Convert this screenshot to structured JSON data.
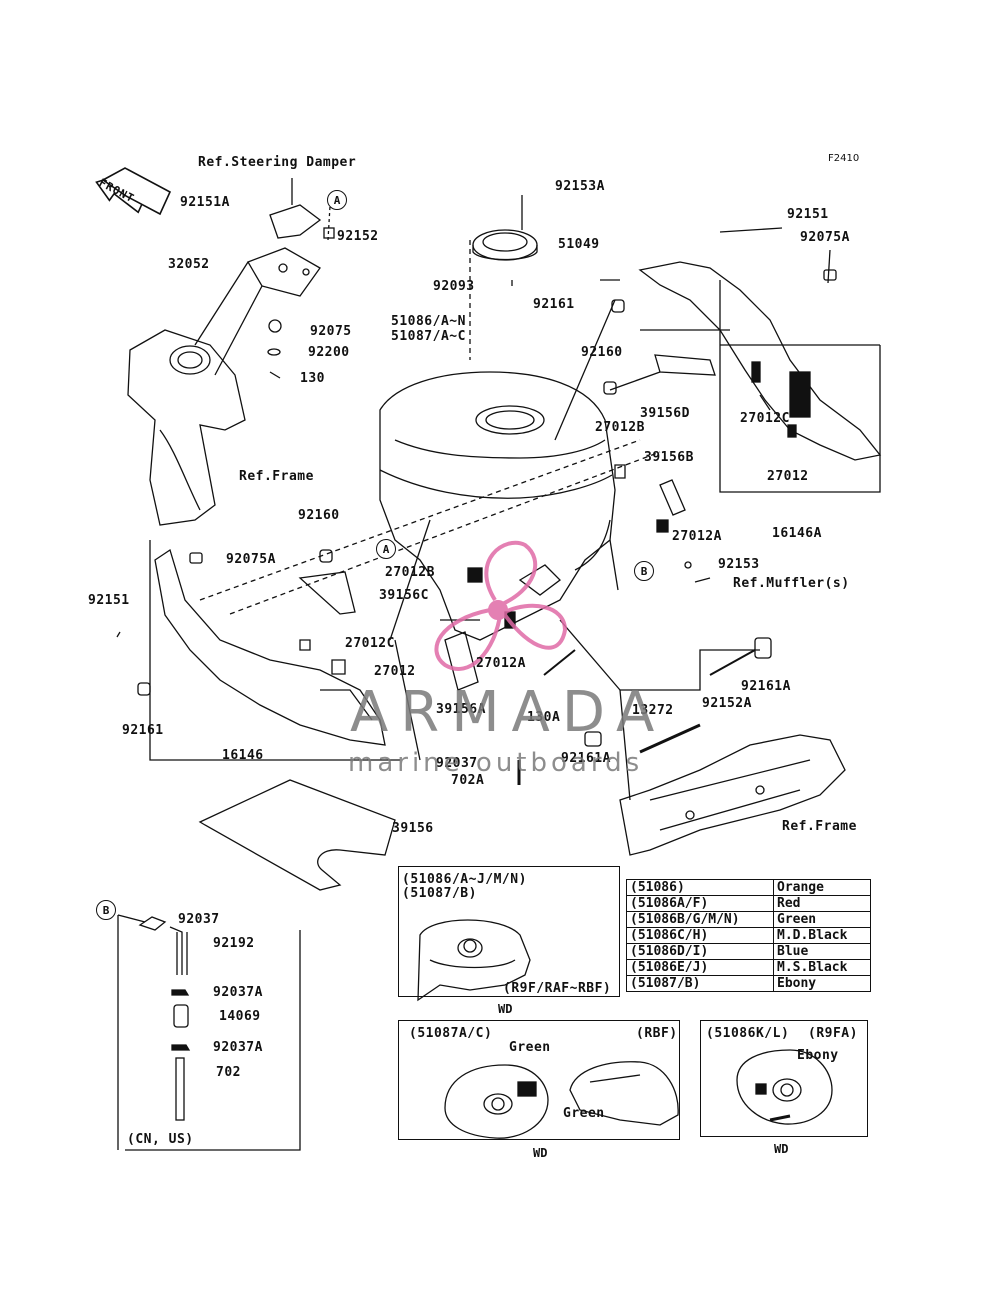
{
  "figure_code": "F2410",
  "front_arrow": "FRONT",
  "ref_labels": {
    "steering_damper": "Ref.Steering Damper",
    "frame_left": "Ref.Frame",
    "frame_right": "Ref.Frame",
    "muffler": "Ref.Muffler(s)"
  },
  "callouts": {
    "a_top": "A",
    "a_mid": "A",
    "b_right": "B",
    "b_box": "B"
  },
  "parts": {
    "p92151A": "92151A",
    "p92152": "92152",
    "p32052": "32052",
    "p92075": "92075",
    "p92200": "92200",
    "p130": "130",
    "p92153A": "92153A",
    "p51049": "51049",
    "p92093": "92093",
    "p92161_top": "92161",
    "p51086AN": "51086/A~N",
    "p51087AC": "51087/A~C",
    "p92160_top": "92160",
    "p39156D": "39156D",
    "p27012B_top": "27012B",
    "p39156B": "39156B",
    "p27012A_right": "27012A",
    "p92151_right": "92151",
    "p92075A_right": "92075A",
    "p27012C_right": "27012C",
    "p27012_right": "27012",
    "p16146A": "16146A",
    "p92160_left": "92160",
    "p92075A_left": "92075A",
    "p27012B_mid": "27012B",
    "p39156C": "39156C",
    "p92151_left": "92151",
    "p27012C_left": "27012C",
    "p27012_left": "27012",
    "p27012A_mid": "27012A",
    "p92161_left": "92161",
    "p16146": "16146",
    "p39156A": "39156A",
    "p130A": "130A",
    "p92037": "92037",
    "p702A": "702A",
    "p92153": "92153",
    "p92161A_right": "92161A",
    "p92152A": "92152A",
    "p13272": "13272",
    "p92161A_bottom": "92161A",
    "p39156": "39156",
    "p92037_box": "92037",
    "p92192": "92192",
    "p92037A_a": "92037A",
    "p14069": "14069",
    "p92037A_b": "92037A",
    "p702": "702"
  },
  "hose_box_note": "(CN, US)",
  "inset1": {
    "line1": "(51086/A~J/M/N)",
    "line2": "(51087/B)",
    "variant": "(R9F/RAF~RBF)",
    "wd": "WD"
  },
  "inset2": {
    "code": "(51087A/C)",
    "variant": "(RBF)",
    "color_top": "Green",
    "color_side": "Green",
    "wd": "WD"
  },
  "inset3": {
    "code": "(51086K/L)",
    "variant": "(R9FA)",
    "color": "Ebony",
    "wd": "WD"
  },
  "color_table": [
    {
      "code": "(51086)",
      "color": "Orange"
    },
    {
      "code": "(51086A/F)",
      "color": "Red"
    },
    {
      "code": "(51086B/G/M/N)",
      "color": "Green"
    },
    {
      "code": "(51086C/H)",
      "color": "M.D.Black"
    },
    {
      "code": "(51086D/I)",
      "color": "Blue"
    },
    {
      "code": "(51086E/J)",
      "color": "M.S.Black"
    },
    {
      "code": "(51087/B)",
      "color": "Ebony"
    }
  ],
  "watermark": {
    "title": "ARMADA",
    "subtitle": "marine outboards",
    "accent_color": "#e06aa6"
  }
}
